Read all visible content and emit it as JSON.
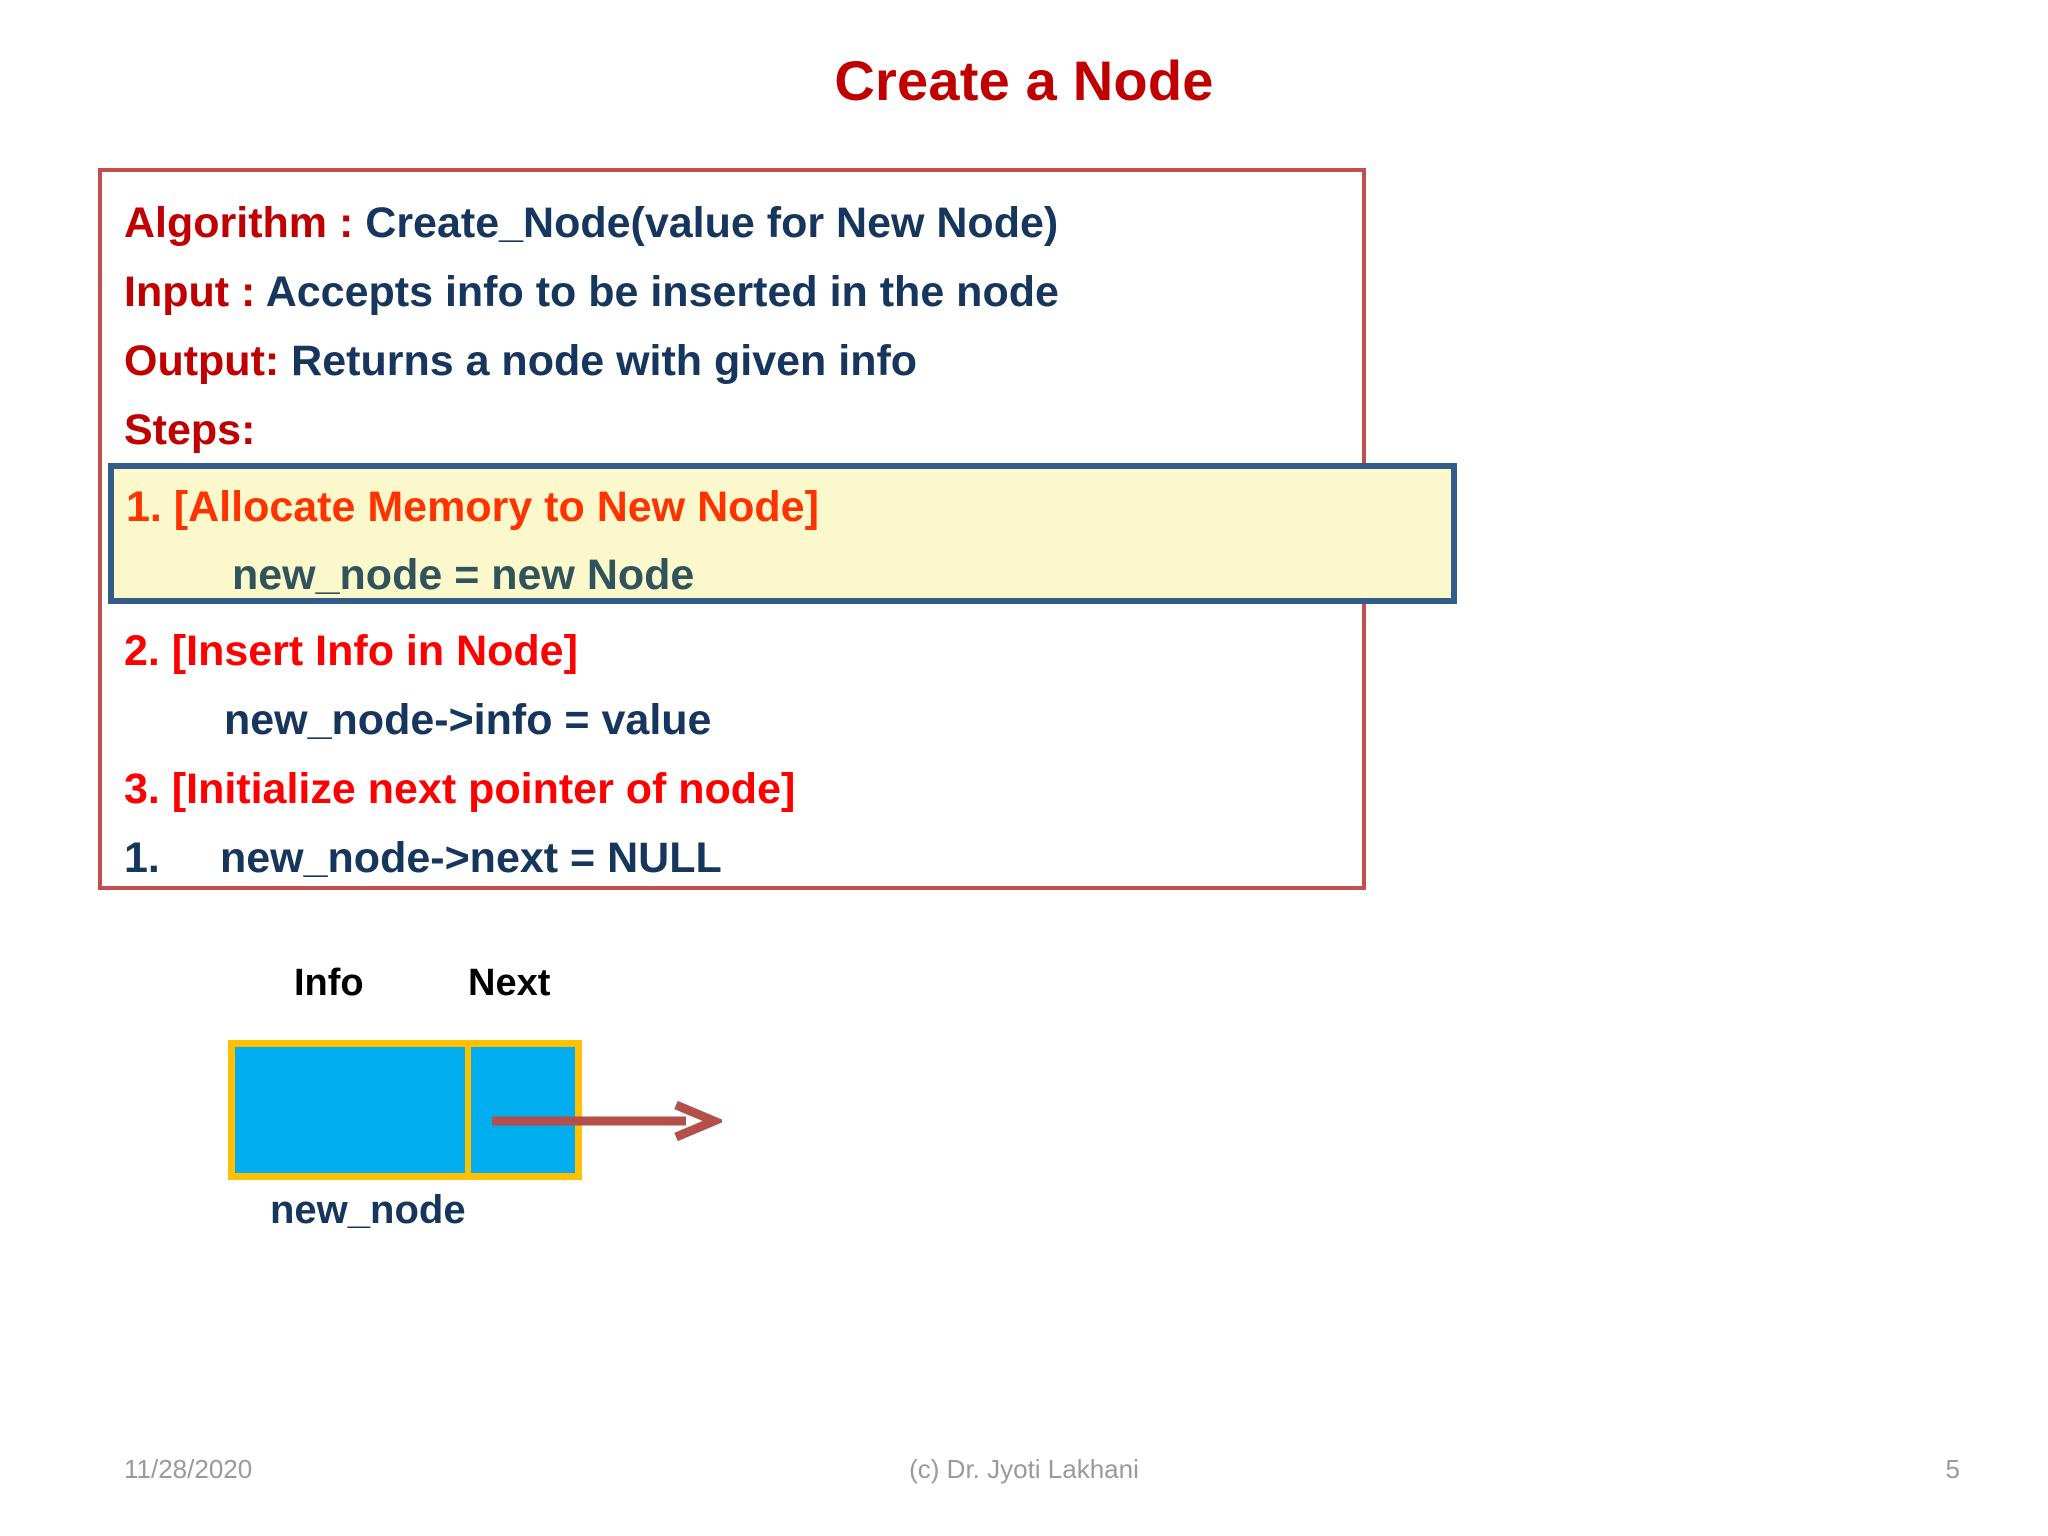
{
  "slide": {
    "title": "Create a Node",
    "title_color": "#C00000",
    "background": "#ffffff"
  },
  "algorithm_box": {
    "border_color": "#C0504D",
    "header_lines": [
      {
        "label": "Algorithm :",
        "value": "Create_Node(value for New Node)"
      },
      {
        "label": "Input :",
        "value": "Accepts info to be inserted in the node"
      },
      {
        "label": "Output:",
        "value": "Returns a node with given info"
      },
      {
        "label": "Steps:",
        "value": ""
      }
    ],
    "highlighted_step": {
      "number_title": "1. [Allocate Memory to New Node]",
      "code": "new_node = new Node",
      "background": "#FBF8CC",
      "border_color": "#345C8B",
      "title_color": "#FF3300",
      "code_color": "#31535B"
    },
    "steps": [
      {
        "title": "2. [Insert Info in Node]",
        "code": "new_node->info = value"
      },
      {
        "title": "3. [Initialize next pointer of node]",
        "code": "new_node->next = NULL",
        "code_number": "1."
      }
    ]
  },
  "node_diagram": {
    "info_label": "Info",
    "next_label": "Next",
    "node_label": "new_node",
    "cell_fill": "#00AEEF",
    "border_color": "#FFC000",
    "arrow_color": "#B4504B"
  },
  "footer": {
    "date": "11/28/2020",
    "credit": "(c) Dr. Jyoti Lakhani",
    "page_number": "5"
  }
}
